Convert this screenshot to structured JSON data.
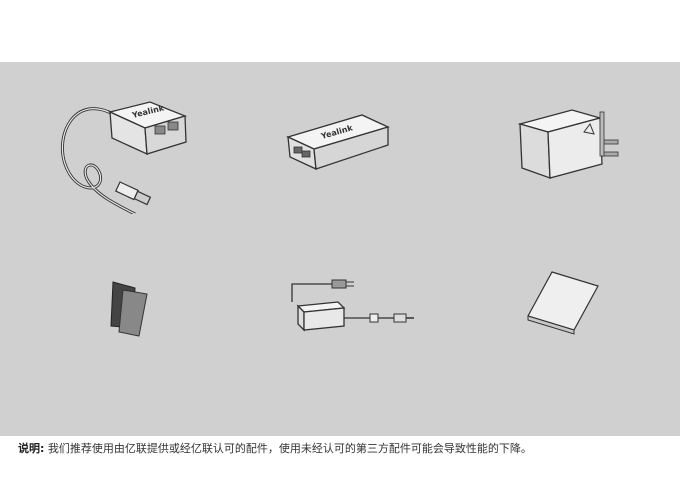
{
  "products": [
    {
      "name": "usb-to-rj45-adapter",
      "brand": "Yealink"
    },
    {
      "name": "ethernet-extender-box",
      "brand": "Yealink"
    },
    {
      "name": "power-adapter-plug",
      "brand": ""
    },
    {
      "name": "adhesive-pads",
      "brand": ""
    },
    {
      "name": "power-supply-brick",
      "brand": ""
    },
    {
      "name": "quick-start-guide",
      "brand": ""
    }
  ],
  "note": {
    "label": "说明:",
    "text": "我们推荐使用由亿联提供或经亿联认可的配件，使用未经认可的第三方配件可能会导致性能的下降。"
  }
}
